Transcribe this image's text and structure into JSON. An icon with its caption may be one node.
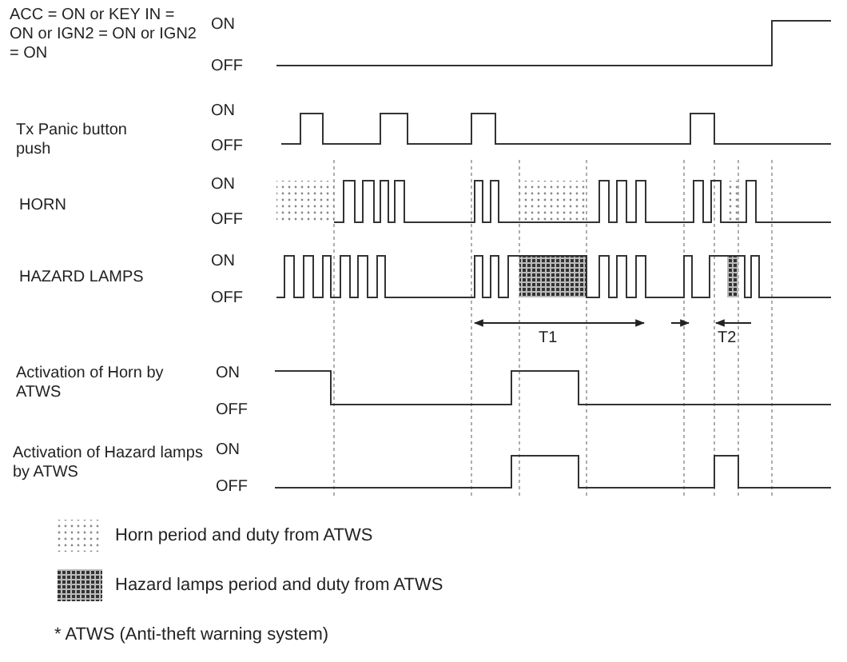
{
  "diagram": {
    "labels": [
      "ACC = ON or KEY IN = ON or IGN2 = ON or IGN2 = ON",
      "ON",
      "OFF",
      "Tx Panic button push",
      "ON",
      "OFF",
      "HORN",
      "ON",
      "OFF",
      "HAZARD LAMPS",
      "ON",
      "OFF",
      "T1",
      "T2",
      "Activation of Horn by ATWS",
      "ON",
      "OFF",
      "Activation of Hazard lamps by ATWS",
      "ON",
      "OFF",
      "* ATWS (Anti-theft warning system)"
    ],
    "legend": [
      {
        "text": "Horn period and duty from ATWS"
      },
      {
        "text": "Hazard lamps period and duty from ATWS"
      }
    ]
  }
}
